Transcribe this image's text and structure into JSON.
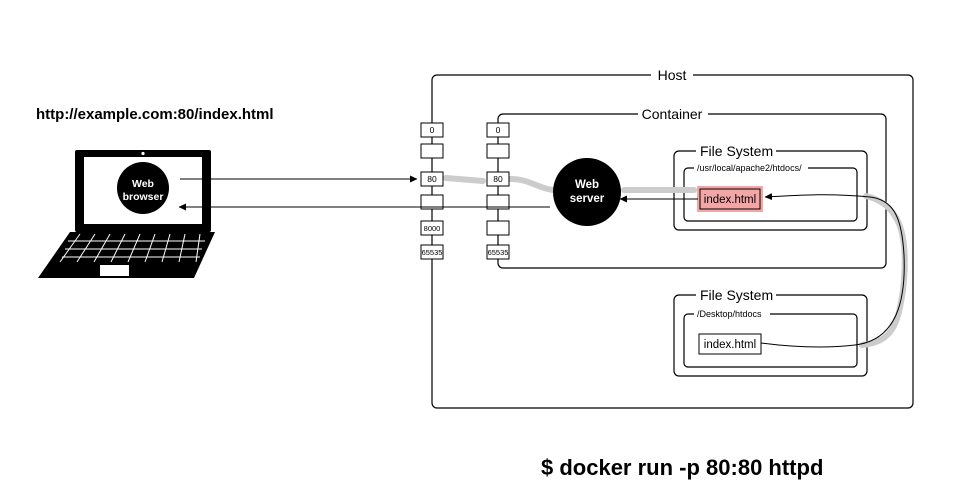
{
  "url": "http://example.com:80/index.html",
  "command": "$ docker run  -p 80:80 httpd",
  "host": {
    "label": "Host",
    "ports": [
      "0",
      "",
      "80",
      "",
      "8000",
      "65535"
    ]
  },
  "container": {
    "label": "Container",
    "ports": [
      "0",
      "",
      "80",
      "",
      "",
      "65535"
    ]
  },
  "browser": {
    "line1": "Web",
    "line2": "browser"
  },
  "server": {
    "line1": "Web",
    "line2": "server"
  },
  "container_fs": {
    "label": "File System",
    "path": "/usr/local/apache2/htdocs/",
    "file": "index.html",
    "highlight": "#f4a6a6"
  },
  "host_fs": {
    "label": "File System",
    "path": "/Desktop/htdocs",
    "file": "index.html"
  }
}
